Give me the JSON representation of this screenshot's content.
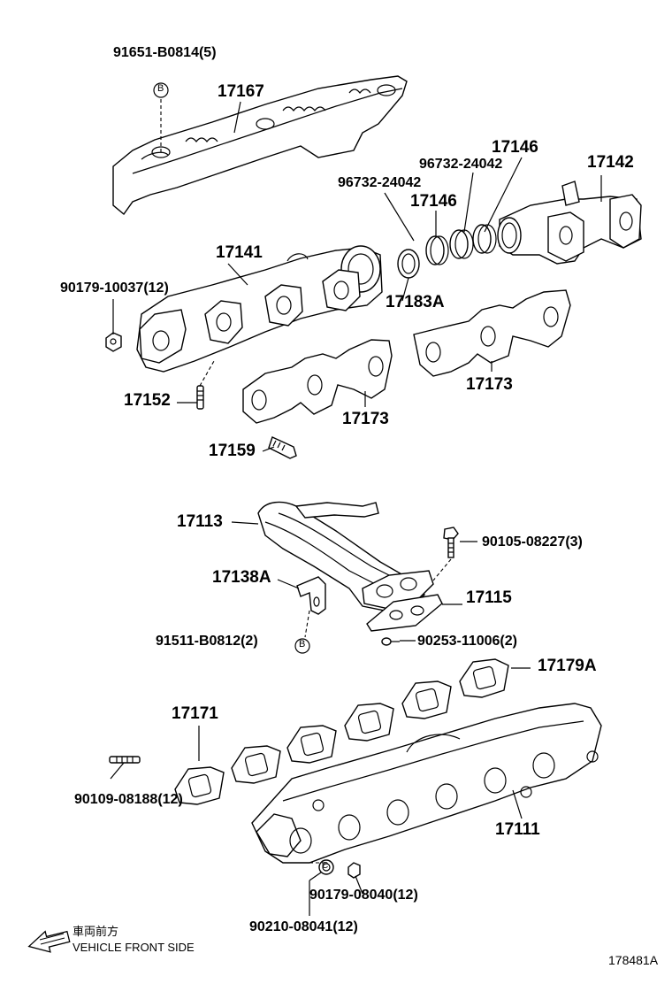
{
  "labels": {
    "p91651": "91651-B0814(5)",
    "p17167": "17167",
    "p17146a": "17146",
    "p96732a": "96732-24042",
    "p17142": "17142",
    "p96732b": "96732-24042",
    "p17146b": "17146",
    "p17141": "17141",
    "p90179a": "90179-10037(12)",
    "p17183A": "17183A",
    "p17173a": "17173",
    "p17152": "17152",
    "p17173b": "17173",
    "p17159": "17159",
    "p17113": "17113",
    "p90105": "90105-08227(3)",
    "p17138A": "17138A",
    "p17115": "17115",
    "p91511": "91511-B0812(2)",
    "p90253": "90253-11006(2)",
    "p17179A": "17179A",
    "p17171": "17171",
    "p90109": "90109-08188(12)",
    "p17111": "17111",
    "p90179b": "90179-08040(12)",
    "p90210": "90210-08041(12)"
  },
  "markers": {
    "b_top": "B",
    "b_bottom": "B",
    "c_bottom": "C"
  },
  "footer": {
    "jp_caption": "車両前方",
    "en_caption": "VEHICLE FRONT SIDE",
    "diagram_code": "178481A"
  }
}
